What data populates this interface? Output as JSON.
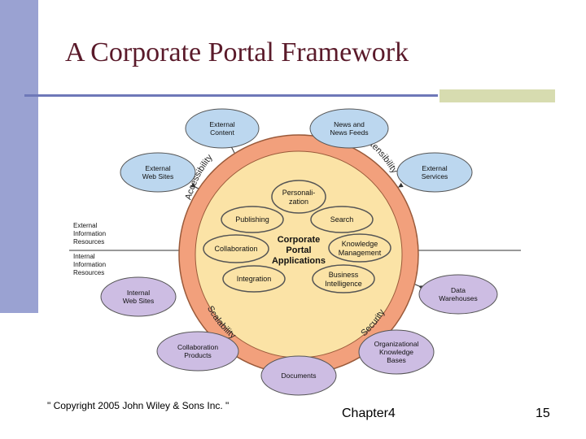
{
  "title": "A Corporate Portal Framework",
  "footer": {
    "copyright": "\" Copyright 2005 John Wiley & Sons Inc. \"",
    "chapter": "Chapter4",
    "page": "15"
  },
  "diagram": {
    "center": [
      "Corporate",
      "Portal",
      "Applications"
    ],
    "ring_labels": {
      "accessibility": "Accessibility",
      "extensibility": "Extensibility",
      "scalability": "Scalability",
      "security": "Security"
    },
    "inner_apps": {
      "personalization": [
        "Personali-",
        "zation"
      ],
      "publishing": [
        "Publishing"
      ],
      "search": [
        "Search"
      ],
      "collaboration": [
        "Collaboration"
      ],
      "knowledge_management": [
        "Knowledge",
        "Management"
      ],
      "integration": [
        "Integration"
      ],
      "business_intelligence": [
        "Business",
        "Intelligence"
      ]
    },
    "outer_sources": {
      "external_content": [
        "External",
        "Content"
      ],
      "news_feeds": [
        "News and",
        "News Feeds"
      ],
      "external_web_sites": [
        "External",
        "Web Sites"
      ],
      "external_services": [
        "External",
        "Services"
      ],
      "internal_web_sites": [
        "Internal",
        "Web Sites"
      ],
      "data_warehouses": [
        "Data",
        "Warehouses"
      ],
      "collaboration_products": [
        "Collaboration",
        "Products"
      ],
      "org_knowledge_bases": [
        "Organizational",
        "Knowledge",
        "Bases"
      ],
      "documents": [
        "Documents"
      ]
    },
    "side_labels": {
      "external_info": [
        "External",
        "Information",
        "Resources"
      ],
      "internal_info": [
        "Internal",
        "Information",
        "Resources"
      ]
    },
    "colors": {
      "blue_fill": "#bcd7ef",
      "purple_fill": "#cdbde3",
      "outer_ring": "#f2a07c",
      "inner_disc": "#fbe3a6",
      "app_fill": "#fbe3a6"
    }
  }
}
